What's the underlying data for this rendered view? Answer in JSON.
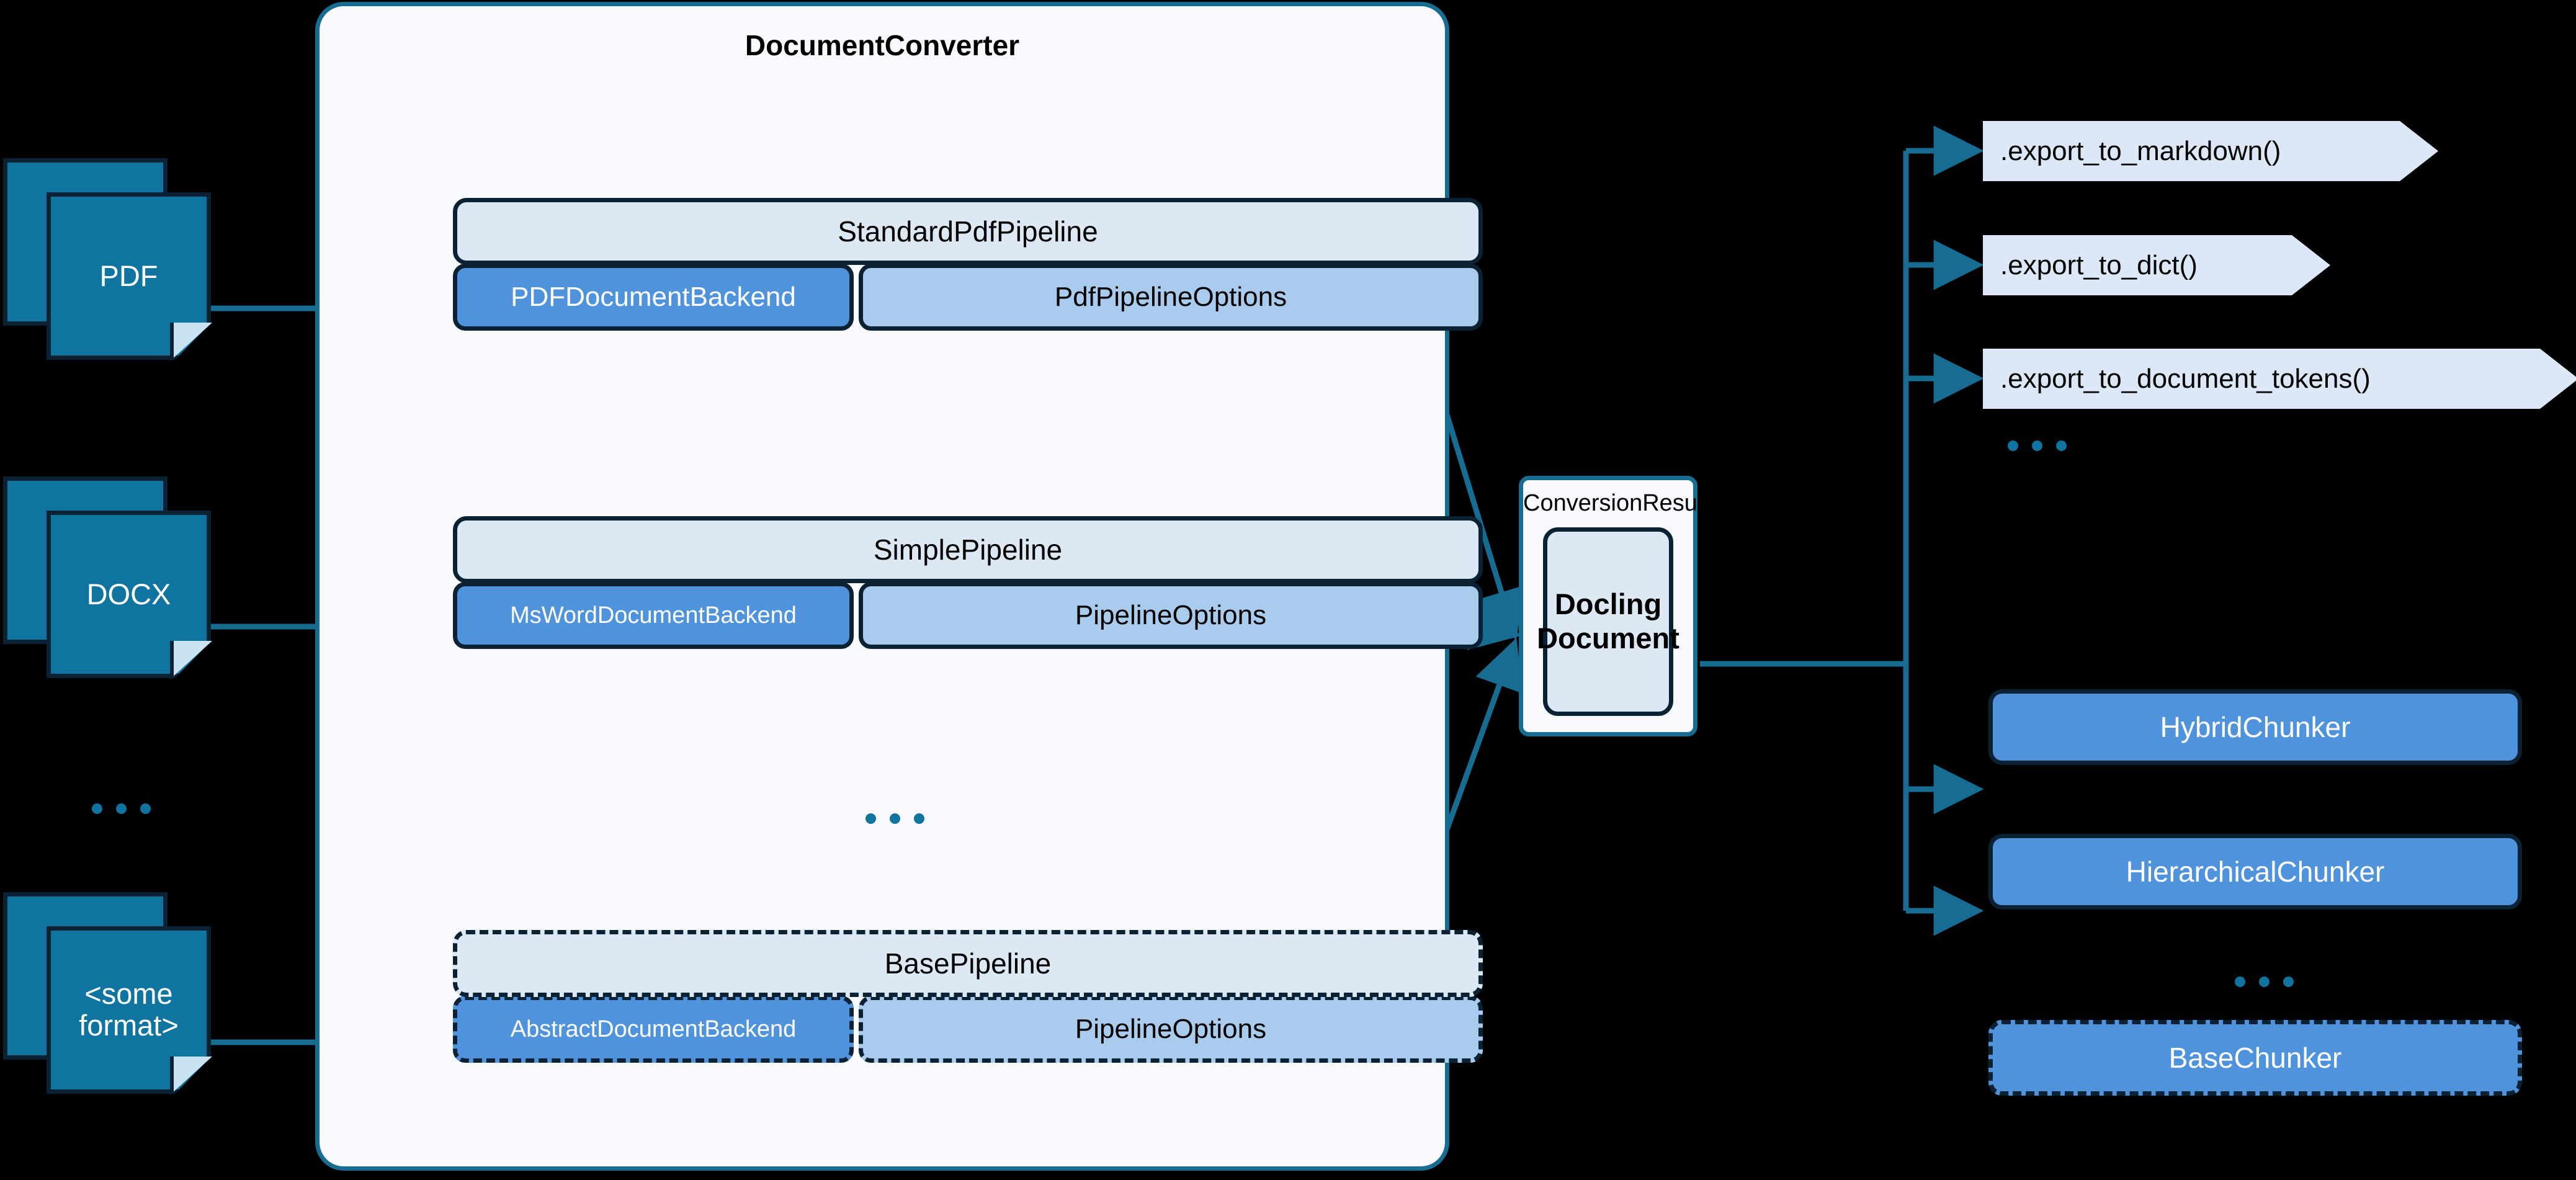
{
  "converter": {
    "title": "DocumentConverter",
    "ellipsis": "...",
    "pipelines": [
      {
        "name": "StandardPdfPipeline",
        "backend": "PDFDocumentBackend",
        "options": "PdfPipelineOptions",
        "abstract": false
      },
      {
        "name": "SimplePipeline",
        "backend": "MsWordDocumentBackend",
        "options": "PipelineOptions",
        "abstract": false
      },
      {
        "name": "BasePipeline",
        "backend": "AbstractDocumentBackend",
        "options": "PipelineOptions",
        "abstract": true
      }
    ]
  },
  "inputs": {
    "documents": [
      {
        "label": "PDF"
      },
      {
        "label": "DOCX"
      },
      {
        "label": "<some\nformat>"
      }
    ],
    "ellipsis": "..."
  },
  "result": {
    "container_label": "ConversionResult",
    "document_label": "Docling\nDocument"
  },
  "exports": {
    "items": [
      {
        "label": ".export_to_markdown()"
      },
      {
        "label": ".export_to_dict()"
      },
      {
        "label": ".export_to_document_tokens()"
      }
    ],
    "ellipsis": "..."
  },
  "chunkers": {
    "items": [
      {
        "label": "HybridChunker",
        "abstract": false
      },
      {
        "label": "HierarchicalChunker",
        "abstract": false
      },
      {
        "label": "BaseChunker",
        "abstract": true
      }
    ],
    "ellipsis": "..."
  },
  "colors": {
    "background": "#000000",
    "panel_fill": "#f7f9fd",
    "panel_border": "#176c91",
    "pipeline_fill": "#dde8f5",
    "backend_fill": "#4f93dd",
    "options_fill": "#a8cbee",
    "doc_icon_fill": "#0f74a0",
    "dark_border": "#0a2233",
    "connector": "#176c91",
    "export_fill": "#dce8f7"
  }
}
